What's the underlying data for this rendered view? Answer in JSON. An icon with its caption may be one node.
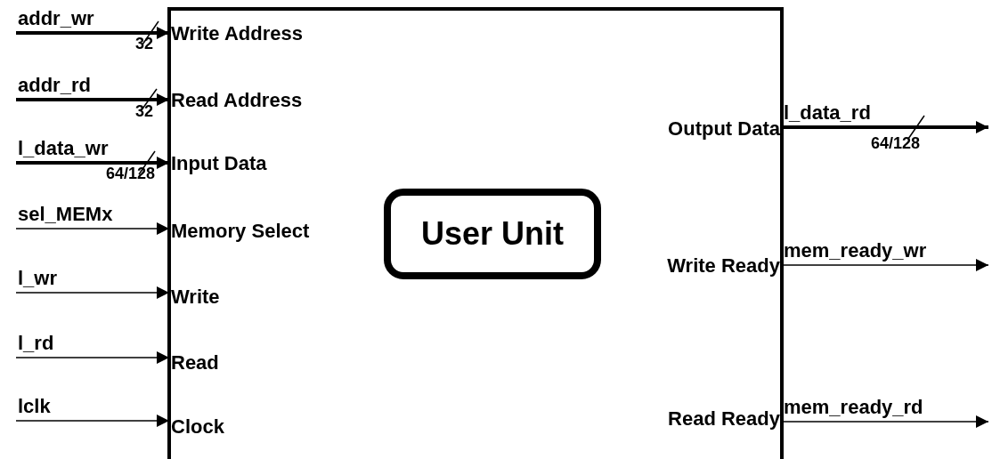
{
  "diagram": {
    "nodes": [
      {
        "text": [],
        "shape": "box"
      },
      {
        "text": [
          "Write Address"
        ],
        "in": 0
      },
      {
        "text": [
          "Read Address"
        ],
        "in": 0
      },
      {
        "text": [
          "Input Data"
        ],
        "in": 0
      },
      {
        "text": [
          "Memory Select"
        ],
        "in": 0
      },
      {
        "text": [
          "Write"
        ],
        "in": 0
      },
      {
        "text": [
          "Read"
        ],
        "in": 0
      },
      {
        "text": [
          "Clock"
        ],
        "in": 0
      },
      {
        "text": [
          "User Unit"
        ],
        "in": 0
      },
      {
        "text": [
          "Output Data"
        ],
        "in": 0
      },
      {
        "text": [
          "Write Ready"
        ],
        "in": 0
      },
      {
        "text": [
          "Read Ready"
        ],
        "in": 0
      }
    ],
    "edges": [
      {
        "from": null,
        "to": 1,
        "arrow": "to",
        "label": "addr_wr",
        "style": "thick"
      },
      {
        "from": null,
        "to": 2,
        "arrow": "to",
        "label": "addr_rd",
        "style": "thick"
      },
      {
        "from": null,
        "to": 3,
        "arrow": "to",
        "label": "l_data_wr",
        "style": "thick"
      },
      {
        "from": null,
        "to": 4,
        "arrow": "to",
        "label": "sel_MEMx"
      },
      {
        "from": null,
        "to": 5,
        "arrow": "to",
        "label": "l_wr"
      },
      {
        "from": null,
        "to": 6,
        "arrow": "to",
        "label": "l_rd"
      },
      {
        "from": null,
        "to": 7,
        "arrow": "to",
        "label": "lclk"
      },
      {
        "from": 9,
        "to": null,
        "arrow": "to",
        "label": "l_data_rd",
        "style": "thick"
      },
      {
        "from": 10,
        "to": null,
        "arrow": "to",
        "label": "mem_ready_wr"
      },
      {
        "from": 11,
        "to": null,
        "arrow": "to",
        "label": "mem_ready_rd"
      }
    ],
    "labels": [
      "32",
      "32",
      "64/128",
      "64/128"
    ]
  }
}
